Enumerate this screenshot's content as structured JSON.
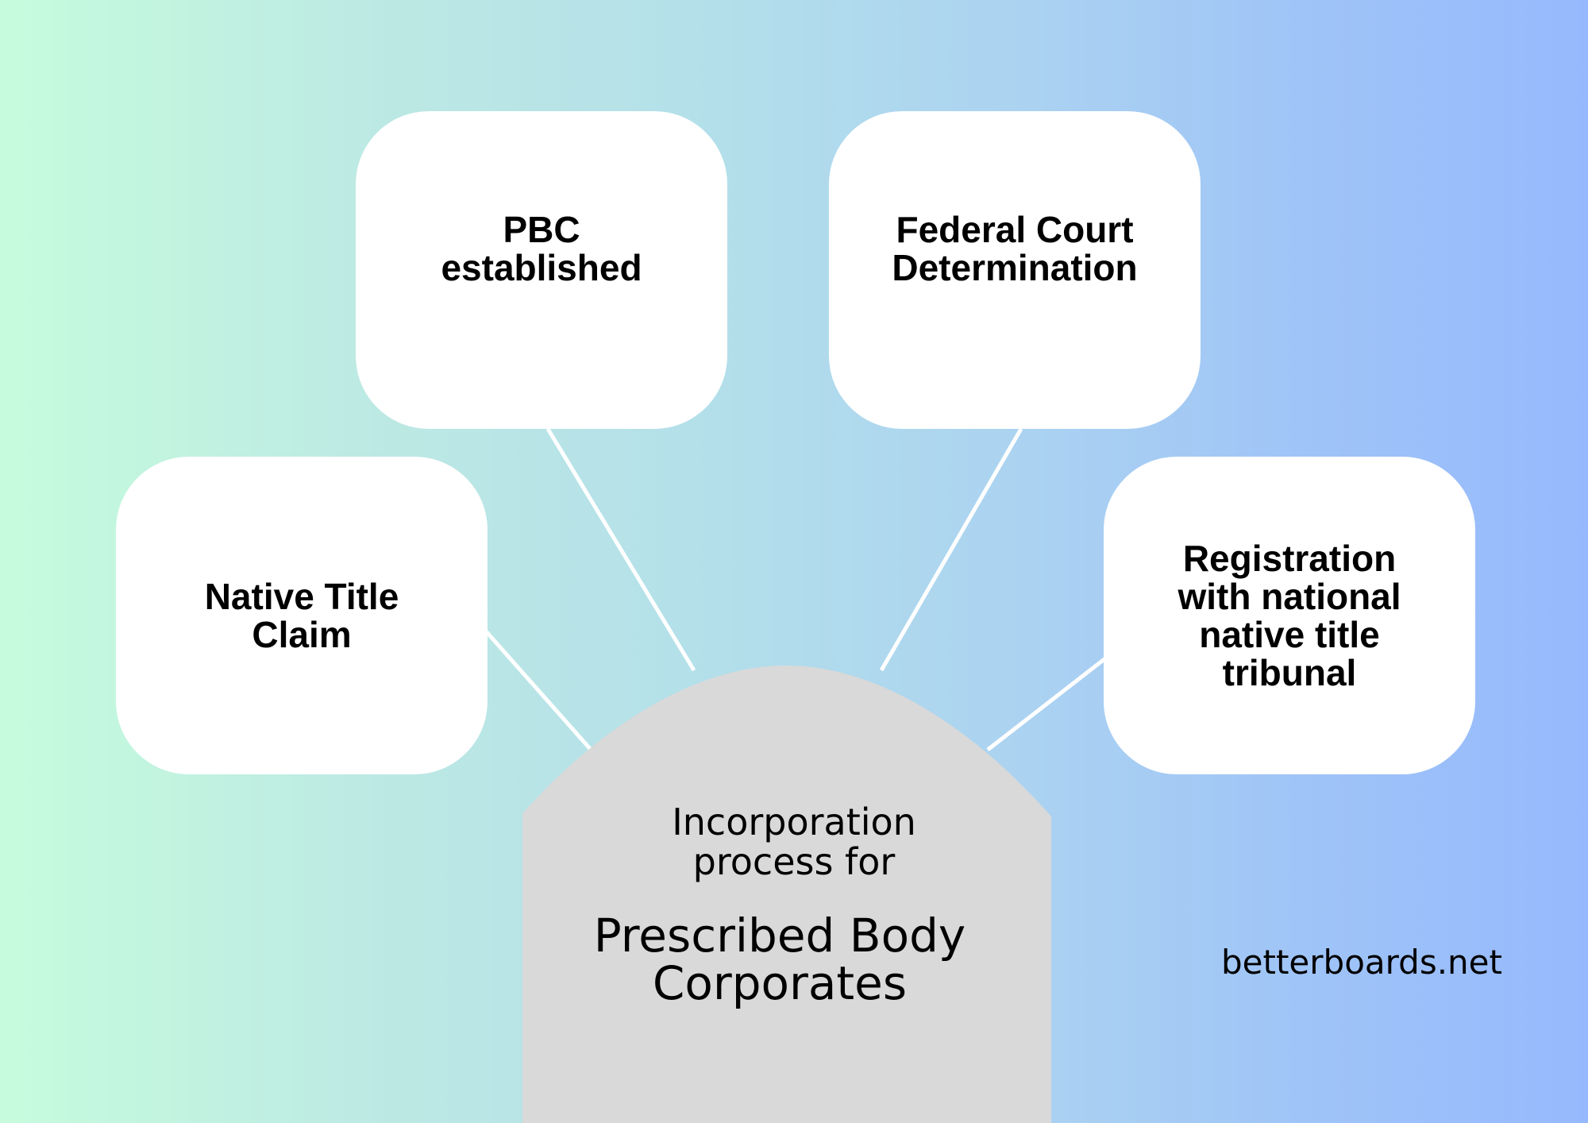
{
  "diagram": {
    "center": {
      "subtitle": "Incorporation process for",
      "title": "Prescribed Body Corporates"
    },
    "steps": [
      {
        "label": "Native Title Claim"
      },
      {
        "label": "PBC established"
      },
      {
        "label": "Federal Court Determination"
      },
      {
        "label": "Registration with national native title tribunal"
      }
    ],
    "website": "betterboards.net"
  },
  "colors": {
    "gradient_left": "#c6fcdd",
    "gradient_right": "#96b9fd",
    "card": "#ffffff",
    "center_shape": "#d9d9d9",
    "connector": "#ffffff",
    "text": "#000000"
  }
}
